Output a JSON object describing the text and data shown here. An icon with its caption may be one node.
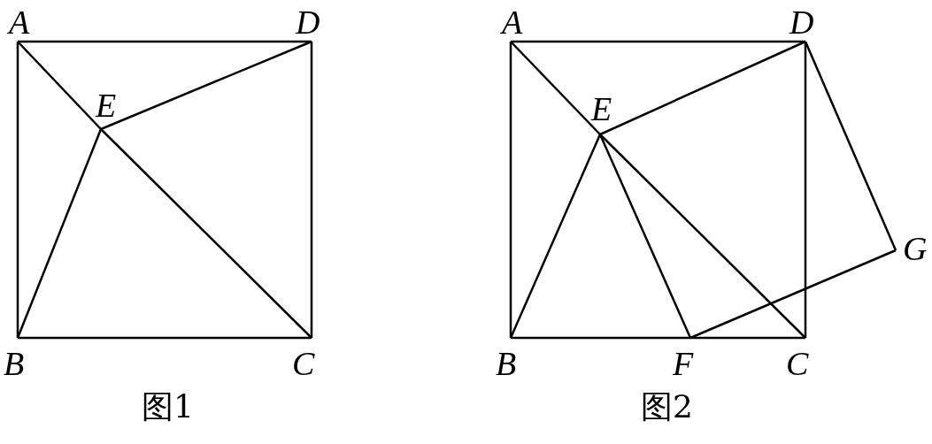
{
  "diagram": {
    "nodes": [
      {
        "text": [
          "A"
        ]
      },
      {
        "text": [
          "D"
        ]
      },
      {
        "text": [
          "E"
        ]
      },
      {
        "text": [
          "B"
        ]
      },
      {
        "text": [
          "C"
        ]
      },
      {
        "text": [
          "A"
        ]
      },
      {
        "text": [
          "D"
        ]
      },
      {
        "text": [
          "E"
        ]
      },
      {
        "text": [
          "G"
        ]
      },
      {
        "text": [
          "B"
        ]
      },
      {
        "text": [
          "F"
        ]
      },
      {
        "text": [
          "C"
        ]
      }
    ],
    "edges": [
      {
        "from": 0,
        "to": 1,
        "arrow": "none"
      },
      {
        "from": 0,
        "to": 3,
        "arrow": "none"
      },
      {
        "from": 1,
        "to": 4,
        "arrow": "none"
      },
      {
        "from": 3,
        "to": 4,
        "arrow": "none"
      },
      {
        "from": 0,
        "to": 2,
        "arrow": "none"
      },
      {
        "from": 2,
        "to": 4,
        "arrow": "none"
      },
      {
        "from": 2,
        "to": 1,
        "arrow": "none"
      },
      {
        "from": 2,
        "to": 3,
        "arrow": "none"
      },
      {
        "from": 5,
        "to": 6,
        "arrow": "none"
      },
      {
        "from": 5,
        "to": 9,
        "arrow": "none"
      },
      {
        "from": 6,
        "to": 11,
        "arrow": "none"
      },
      {
        "from": 9,
        "to": 10,
        "arrow": "none"
      },
      {
        "from": 10,
        "to": 11,
        "arrow": "none"
      },
      {
        "from": 5,
        "to": 7,
        "arrow": "none"
      },
      {
        "from": 7,
        "to": 11,
        "arrow": "none"
      },
      {
        "from": 7,
        "to": 6,
        "arrow": "none"
      },
      {
        "from": 7,
        "to": 9,
        "arrow": "none"
      },
      {
        "from": 7,
        "to": 10,
        "arrow": "none"
      },
      {
        "from": 6,
        "to": 8,
        "arrow": "none"
      },
      {
        "from": 10,
        "to": 8,
        "arrow": "none"
      }
    ],
    "labels": [
      "图1",
      "图2"
    ]
  }
}
